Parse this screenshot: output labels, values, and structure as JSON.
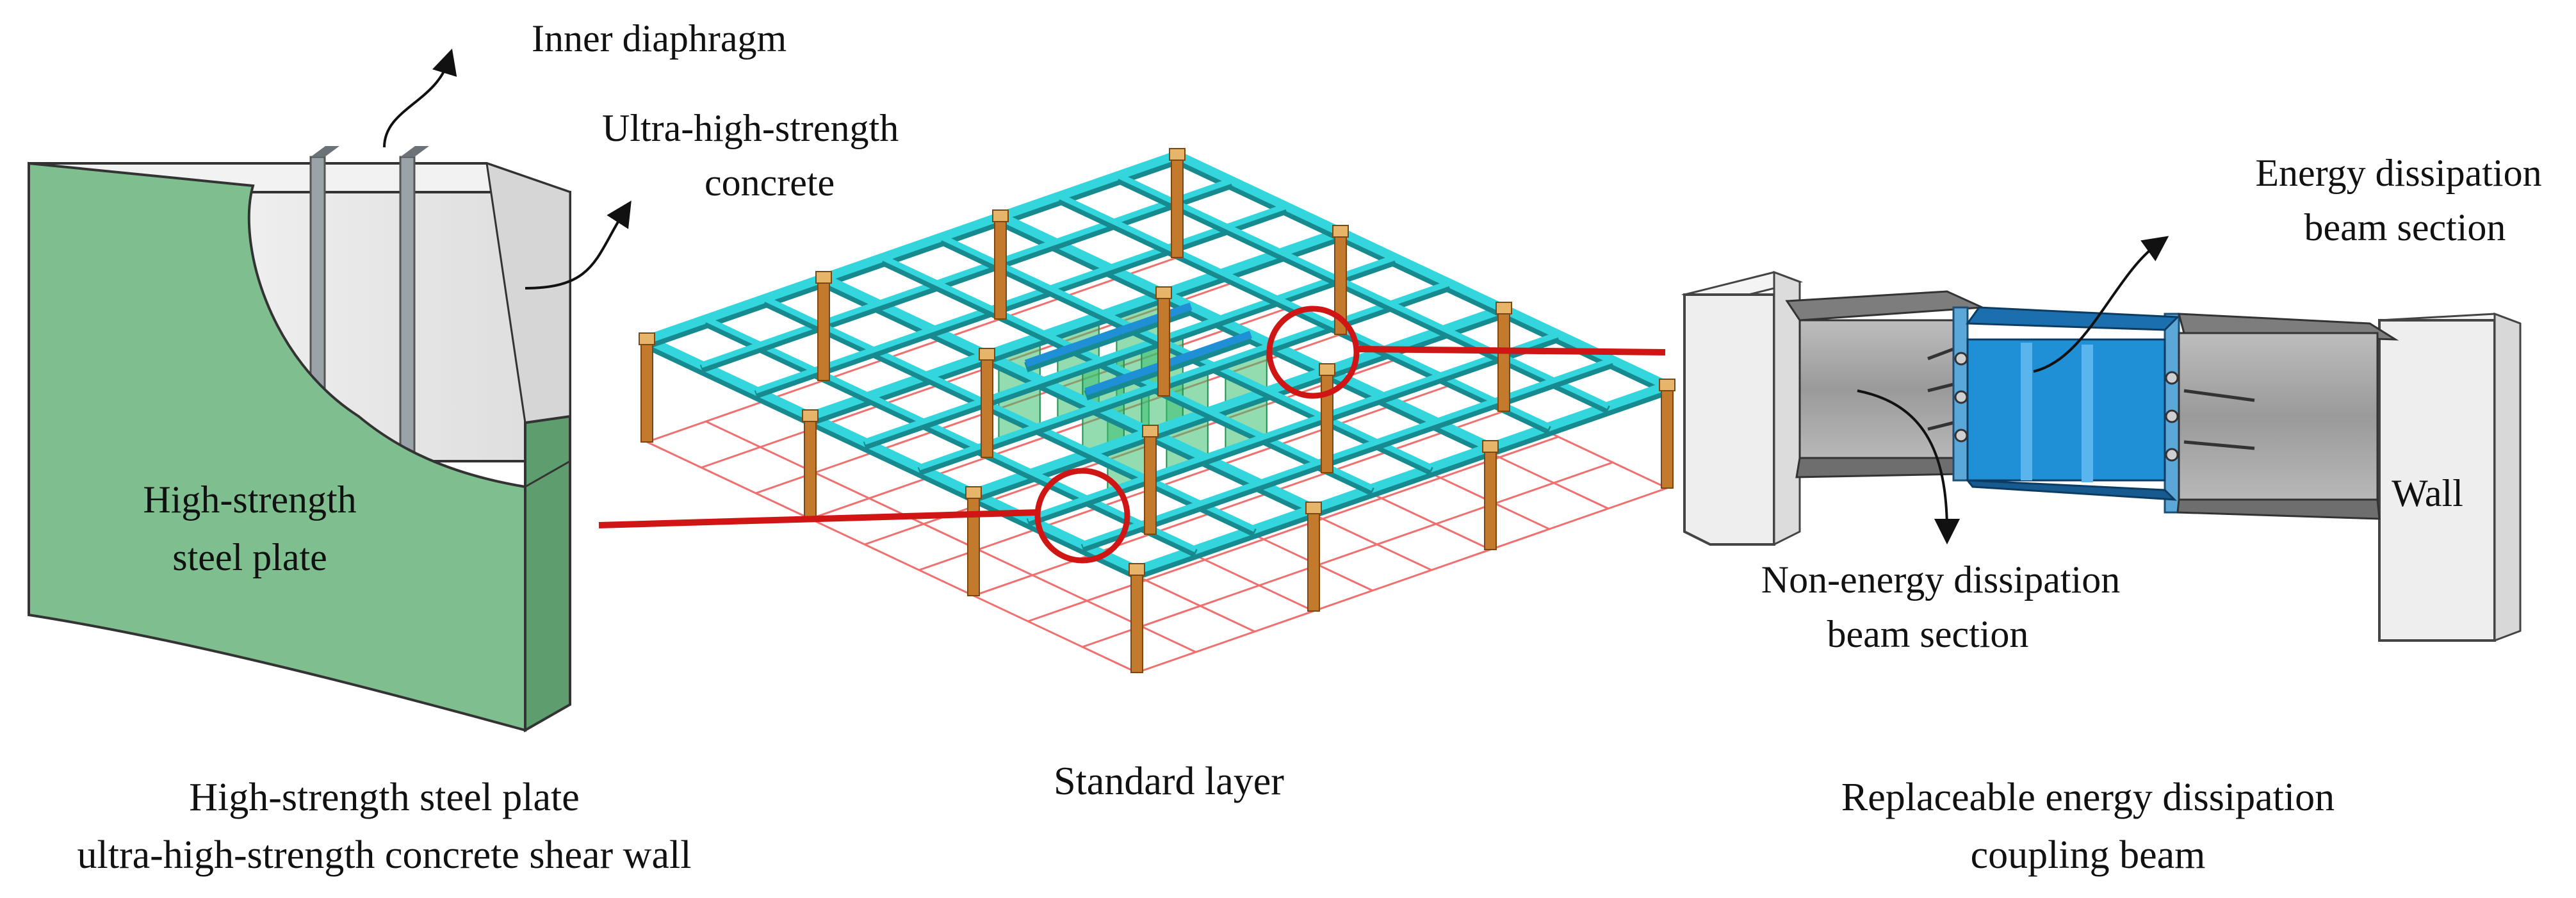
{
  "shear_wall": {
    "label_diaphragm": "Inner diaphragm",
    "label_concrete_1": "Ultra-high-strength",
    "label_concrete_2": "concrete",
    "label_plate_1": "High-strength",
    "label_plate_2": "steel plate",
    "caption_1": "High-strength steel plate",
    "caption_2": "ultra-high-strength concrete shear wall"
  },
  "standard_layer": {
    "caption": "Standard layer"
  },
  "coupling_beam": {
    "label_energy_1": "Energy dissipation",
    "label_energy_2": "beam section",
    "label_non_energy_1": "Non-energy dissipation",
    "label_non_energy_2": "beam section",
    "label_wall": "Wall",
    "caption_1": "Replaceable energy dissipation",
    "caption_2": "coupling beam"
  },
  "colors": {
    "steel_plate": "#7fbf8f",
    "steel_plate_dark": "#5e9e6e",
    "frame_beam": "#33d6dc",
    "column": "#c47a2c",
    "core_wall": "#38c070",
    "grid": "#f07070",
    "highlight_circle": "#d01515",
    "energy_section": "#1f8fd6",
    "concrete": "#ececec"
  }
}
